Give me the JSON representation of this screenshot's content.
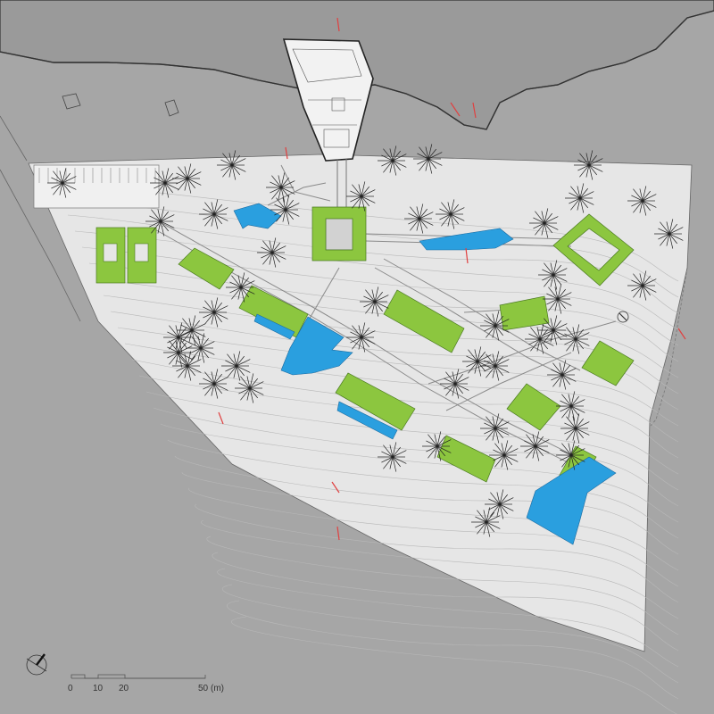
{
  "colors": {
    "ground": "#a6a6a6",
    "site": "#e6e6e6",
    "sea": "#9a9a9a",
    "roof_green": "#8cc63f",
    "pool_blue": "#2a9fdf",
    "path": "#d2d2d2",
    "line": "#555555",
    "section_mark": "#e04040"
  },
  "icons": [
    "north-arrow-icon",
    "tree-icon"
  ],
  "scale_bar": {
    "ticks": [
      "0",
      "10",
      "20",
      "50"
    ],
    "unit": "(m)"
  }
}
